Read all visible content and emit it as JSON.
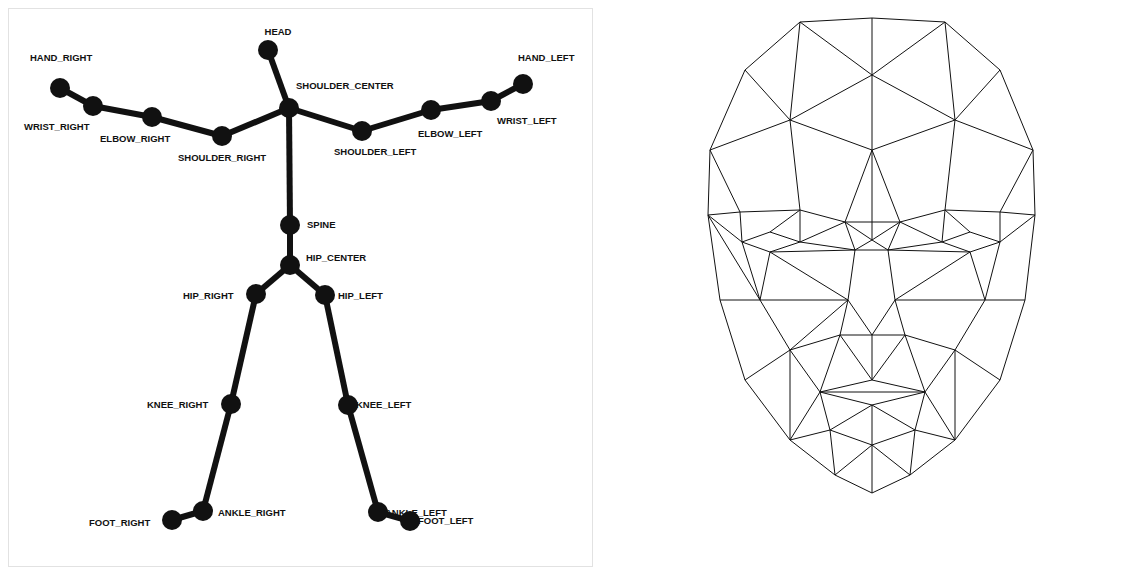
{
  "diagram": {
    "labels": [
      "HEAD",
      "HAND_RIGHT",
      "SHOULDER_CENTER",
      "HAND_LEFT",
      "WRIST_RIGHT",
      "ELBOW_RIGHT",
      "ELBOW_LEFT",
      "WRIST_LEFT",
      "SHOULDER_RIGHT",
      "SHOULDER_LEFT",
      "SPINE",
      "HIP_CENTER",
      "HIP_RIGHT",
      "HIP_LEFT",
      "KNEE_RIGHT",
      "KNEE_LEFT",
      "FOOT_RIGHT",
      "ANKLE_RIGHT",
      "ANKLE_LEFT",
      "FOOT_LEFT"
    ]
  }
}
